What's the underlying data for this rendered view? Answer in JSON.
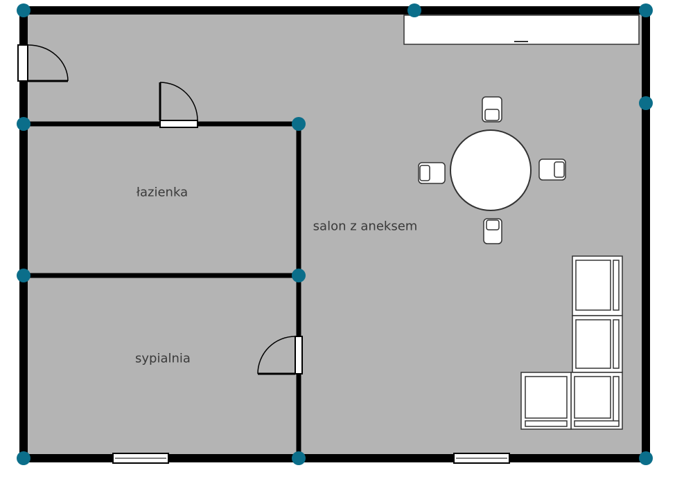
{
  "rooms": {
    "bathroom": "łazienka",
    "bedroom": "sypialnia",
    "living": "salon z aneksem"
  },
  "colors": {
    "floor": "#b4b4b4",
    "wall": "#000000",
    "handle": "#0b6e8a",
    "furniture_fill": "#ffffff",
    "furniture_stroke": "#333333"
  },
  "icons": {
    "door": "door-swing-icon",
    "window": "window-icon",
    "table": "round-table-icon",
    "chair": "chair-icon",
    "sofa": "corner-sofa-icon",
    "counter": "kitchen-counter-icon",
    "handle": "wall-node-handle"
  }
}
